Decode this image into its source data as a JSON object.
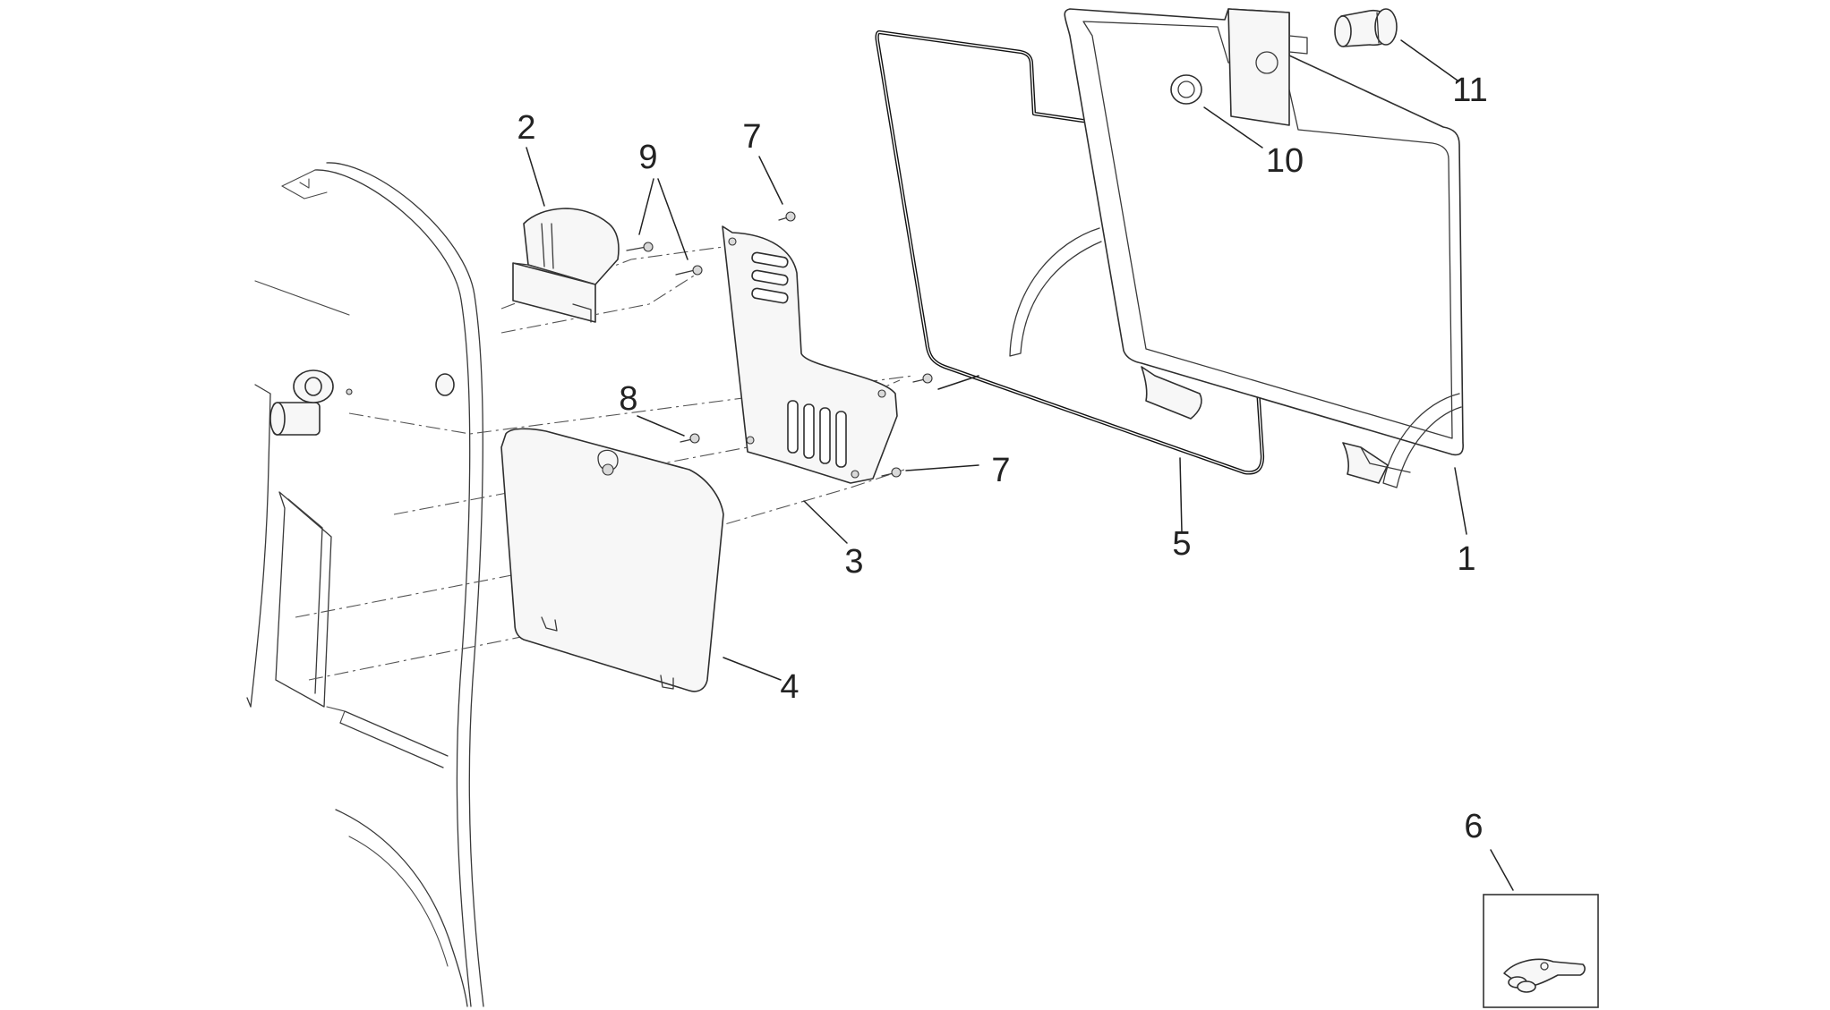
{
  "callouts": {
    "c1": "1",
    "c2": "2",
    "c3": "3",
    "c4": "4",
    "c5": "5",
    "c6": "6",
    "c7a": "7",
    "c7b": "7",
    "c8": "8",
    "c9": "9",
    "c10": "10",
    "c11": "11"
  }
}
